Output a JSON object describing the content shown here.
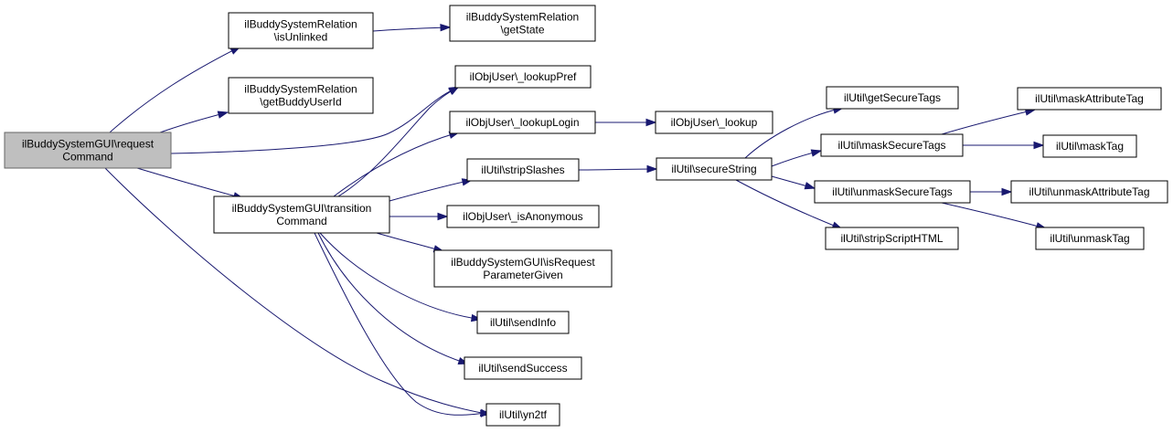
{
  "graph": {
    "edge_color": "#191970",
    "root_fill": "#bfbfbf",
    "nodes": [
      {
        "id": "root",
        "lines": [
          "ilBuddySystemGUI\\request",
          "Command"
        ],
        "root": true
      },
      {
        "id": "isUnlinked",
        "lines": [
          "ilBuddySystemRelation",
          "\\isUnlinked"
        ]
      },
      {
        "id": "getState",
        "lines": [
          "ilBuddySystemRelation",
          "\\getState"
        ]
      },
      {
        "id": "getBuddyUserId",
        "lines": [
          "ilBuddySystemRelation",
          "\\getBuddyUserId"
        ]
      },
      {
        "id": "lookupPref",
        "lines": [
          "ilObjUser\\_lookupPref"
        ]
      },
      {
        "id": "lookupLogin",
        "lines": [
          "ilObjUser\\_lookupLogin"
        ]
      },
      {
        "id": "lookup",
        "lines": [
          "ilObjUser\\_lookup"
        ]
      },
      {
        "id": "stripSlashes",
        "lines": [
          "ilUtil\\stripSlashes"
        ]
      },
      {
        "id": "transition",
        "lines": [
          "ilBuddySystemGUI\\transition",
          "Command"
        ]
      },
      {
        "id": "isAnonymous",
        "lines": [
          "ilObjUser\\_isAnonymous"
        ]
      },
      {
        "id": "isRequestParam",
        "lines": [
          "ilBuddySystemGUI\\isRequest",
          "ParameterGiven"
        ]
      },
      {
        "id": "sendInfo",
        "lines": [
          "ilUtil\\sendInfo"
        ]
      },
      {
        "id": "sendSuccess",
        "lines": [
          "ilUtil\\sendSuccess"
        ]
      },
      {
        "id": "yn2tf",
        "lines": [
          "ilUtil\\yn2tf"
        ]
      },
      {
        "id": "secureString",
        "lines": [
          "ilUtil\\secureString"
        ]
      },
      {
        "id": "getSecureTags",
        "lines": [
          "ilUtil\\getSecureTags"
        ]
      },
      {
        "id": "maskSecureTags",
        "lines": [
          "ilUtil\\maskSecureTags"
        ]
      },
      {
        "id": "unmaskSecureTags",
        "lines": [
          "ilUtil\\unmaskSecureTags"
        ]
      },
      {
        "id": "stripScriptHTML",
        "lines": [
          "ilUtil\\stripScriptHTML"
        ]
      },
      {
        "id": "maskAttributeTag",
        "lines": [
          "ilUtil\\maskAttributeTag"
        ]
      },
      {
        "id": "maskTag",
        "lines": [
          "ilUtil\\maskTag"
        ]
      },
      {
        "id": "unmaskAttributeTag",
        "lines": [
          "ilUtil\\unmaskAttributeTag"
        ]
      },
      {
        "id": "unmaskTag",
        "lines": [
          "ilUtil\\unmaskTag"
        ]
      }
    ],
    "edges": [
      {
        "from": "root",
        "to": "isUnlinked"
      },
      {
        "from": "root",
        "to": "getBuddyUserId"
      },
      {
        "from": "root",
        "to": "lookupPref"
      },
      {
        "from": "root",
        "to": "transition"
      },
      {
        "from": "root",
        "to": "yn2tf"
      },
      {
        "from": "isUnlinked",
        "to": "getState"
      },
      {
        "from": "lookupLogin",
        "to": "lookup"
      },
      {
        "from": "stripSlashes",
        "to": "secureString"
      },
      {
        "from": "transition",
        "to": "lookupPref"
      },
      {
        "from": "transition",
        "to": "lookupLogin"
      },
      {
        "from": "transition",
        "to": "stripSlashes"
      },
      {
        "from": "transition",
        "to": "isAnonymous"
      },
      {
        "from": "transition",
        "to": "isRequestParam"
      },
      {
        "from": "transition",
        "to": "sendInfo"
      },
      {
        "from": "transition",
        "to": "sendSuccess"
      },
      {
        "from": "transition",
        "to": "yn2tf"
      },
      {
        "from": "secureString",
        "to": "getSecureTags"
      },
      {
        "from": "secureString",
        "to": "maskSecureTags"
      },
      {
        "from": "secureString",
        "to": "unmaskSecureTags"
      },
      {
        "from": "secureString",
        "to": "stripScriptHTML"
      },
      {
        "from": "maskSecureTags",
        "to": "maskAttributeTag"
      },
      {
        "from": "maskSecureTags",
        "to": "maskTag"
      },
      {
        "from": "unmaskSecureTags",
        "to": "unmaskAttributeTag"
      },
      {
        "from": "unmaskSecureTags",
        "to": "unmaskTag"
      }
    ]
  }
}
